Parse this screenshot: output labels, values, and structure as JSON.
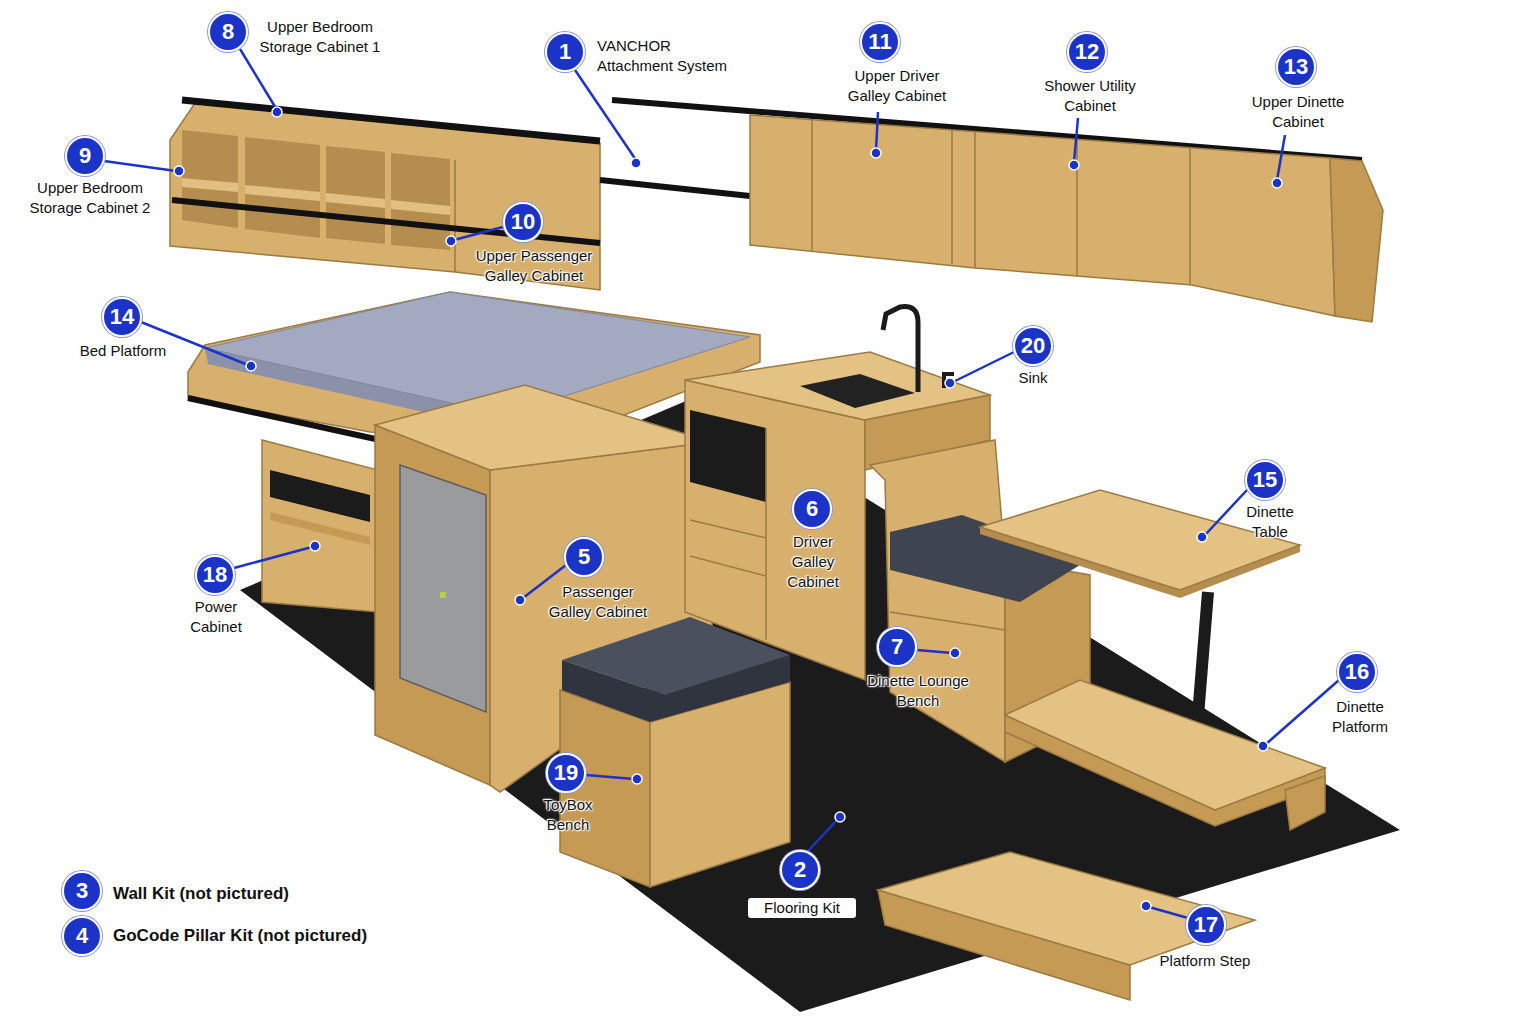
{
  "diagram": {
    "nodes": [
      {
        "text": [
          "8",
          "Upper Bedroom Storage Cabinet 1"
        ]
      },
      {
        "text": [
          "1",
          "VANCHOR Attachment System"
        ]
      },
      {
        "text": [
          "11",
          "Upper Driver Galley Cabinet"
        ]
      },
      {
        "text": [
          "12",
          "Shower Utility Cabinet"
        ]
      },
      {
        "text": [
          "13",
          "Upper Dinette Cabinet"
        ]
      },
      {
        "text": [
          "9",
          "Upper Bedroom Storage Cabinet 2"
        ]
      },
      {
        "text": [
          "10",
          "Upper Passenger Galley Cabinet"
        ]
      },
      {
        "text": [
          "14",
          "Bed Platform"
        ]
      },
      {
        "text": [
          "20",
          "Sink"
        ]
      },
      {
        "text": [
          "15",
          "Dinette Table"
        ]
      },
      {
        "text": [
          "6",
          "Driver Galley Cabinet"
        ]
      },
      {
        "text": [
          "5",
          "Passenger Galley Cabinet"
        ]
      },
      {
        "text": [
          "18",
          "Power Cabinet"
        ]
      },
      {
        "text": [
          "7",
          "Dinette Lounge Bench"
        ]
      },
      {
        "text": [
          "16",
          "Dinette Platform"
        ]
      },
      {
        "text": [
          "19",
          "ToyBox Bench"
        ]
      },
      {
        "text": [
          "2",
          "Flooring Kit"
        ]
      },
      {
        "text": [
          "17",
          "Platform Step"
        ]
      },
      {
        "text": [
          "3",
          "Wall Kit (not pictured)"
        ]
      },
      {
        "text": [
          "4",
          "GoCode Pillar Kit (not pictured)"
        ]
      }
    ]
  }
}
